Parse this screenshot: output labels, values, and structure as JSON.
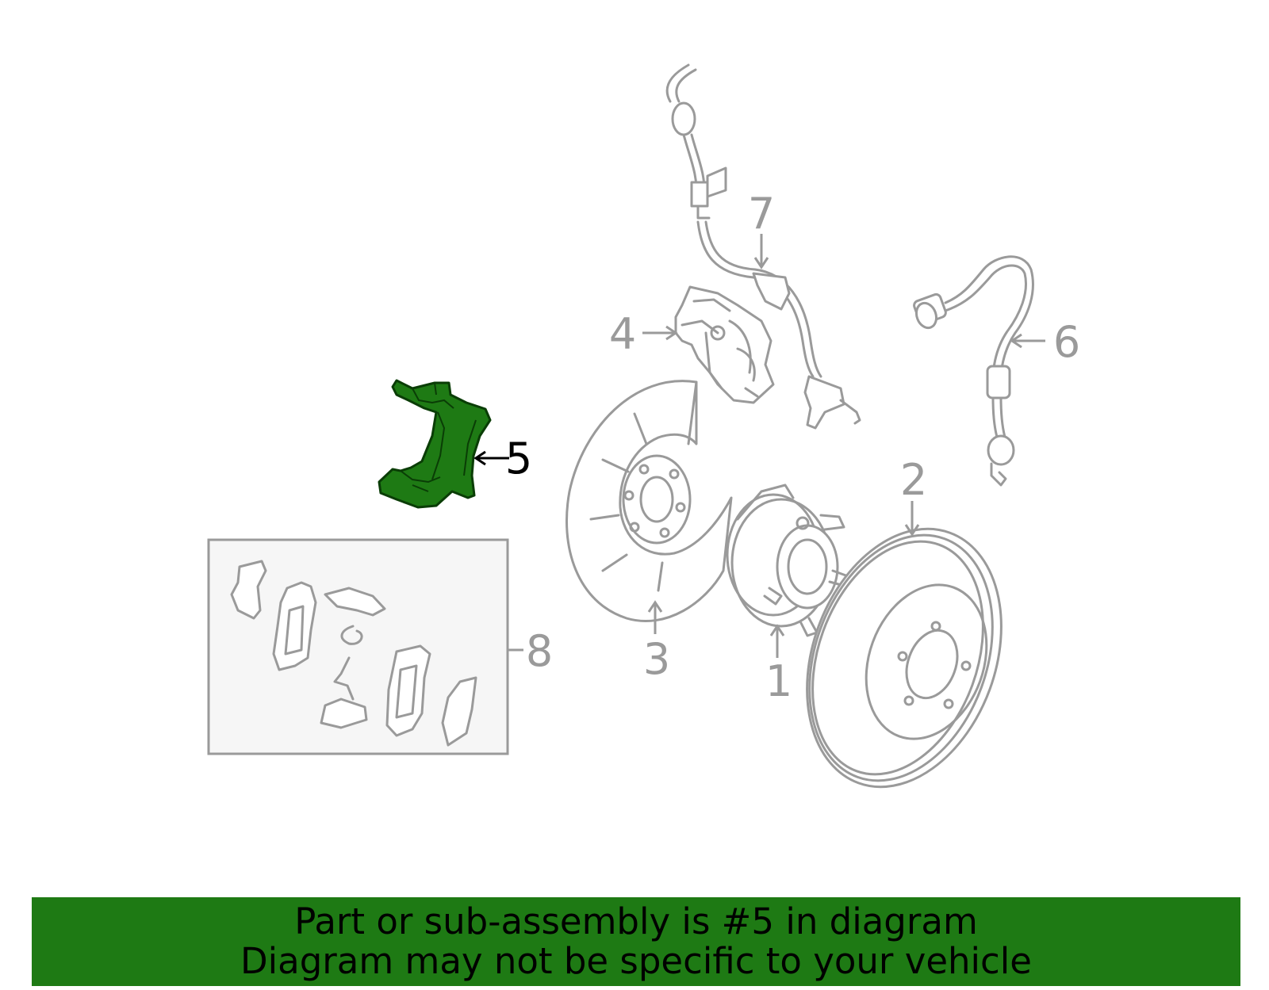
{
  "diagram": {
    "callouts": [
      {
        "id": "1",
        "label": "1",
        "highlight": false
      },
      {
        "id": "2",
        "label": "2",
        "highlight": false
      },
      {
        "id": "3",
        "label": "3",
        "highlight": false
      },
      {
        "id": "4",
        "label": "4",
        "highlight": false
      },
      {
        "id": "5",
        "label": "5",
        "highlight": true
      },
      {
        "id": "6",
        "label": "6",
        "highlight": false
      },
      {
        "id": "7",
        "label": "7",
        "highlight": false
      },
      {
        "id": "8",
        "label": "8",
        "highlight": false
      }
    ],
    "highlight_color": "#1e7a14",
    "line_color": "#9a9a9a"
  },
  "banner": {
    "line1": "Part or sub-assembly is #5 in diagram",
    "line2": "Diagram may not be specific to your vehicle",
    "background": "#1e7a14"
  }
}
